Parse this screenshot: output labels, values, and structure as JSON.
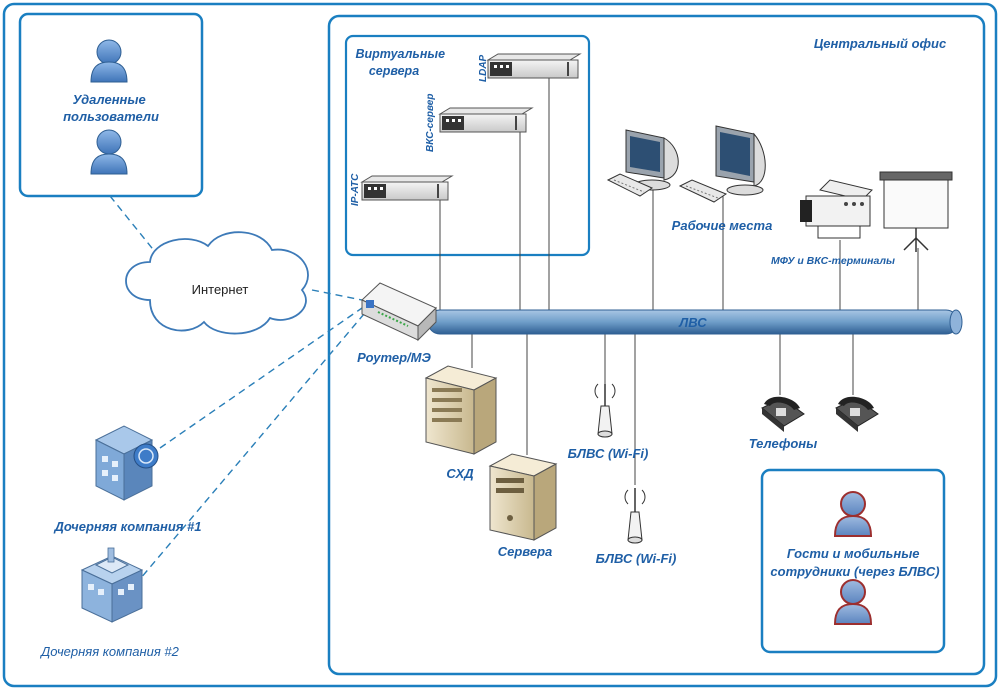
{
  "labels": {
    "remote_users": [
      "Удаленные",
      "пользователи"
    ],
    "internet": "Интернет",
    "subsidiary_1": "Дочерняя компания #1",
    "subsidiary_2": "Дочерняя компания #2",
    "virtual_servers": [
      "Виртуальные",
      "сервера"
    ],
    "central_office": "Центральный офис",
    "ldap": "LDAP",
    "vks_server": "ВКС-сервер",
    "ip_ats": "IP-АТС",
    "workstations": "Рабочие места",
    "mfu_vks": "МФУ и ВКС-терминалы",
    "router": "Роутер/МЭ",
    "lan": "ЛВС",
    "storage": "СХД",
    "servers": "Сервера",
    "wlan_1": "БЛВС (Wi-Fi)",
    "wlan_2": "БЛВС (Wi-Fi)",
    "phones": "Телефоны",
    "guests": [
      "Гости и мобильные",
      "сотрудники (через БЛВС)"
    ]
  },
  "colors": {
    "frame": "#1a7fc1",
    "label": "#1f5fa6",
    "dashed_link": "#2a7fb8",
    "lan_bus": "#6f9ec9",
    "user_blue": "#5b8fd1",
    "user_red_outline": "#9c2f2f"
  },
  "icons": [
    "user-icon",
    "cloud-icon",
    "server-rack-icon",
    "monitor-icon",
    "keyboard-icon",
    "printer-icon",
    "projector-screen-icon",
    "router-icon",
    "storage-tower-icon",
    "server-tower-icon",
    "wifi-antenna-icon",
    "phone-icon",
    "building-icon"
  ]
}
